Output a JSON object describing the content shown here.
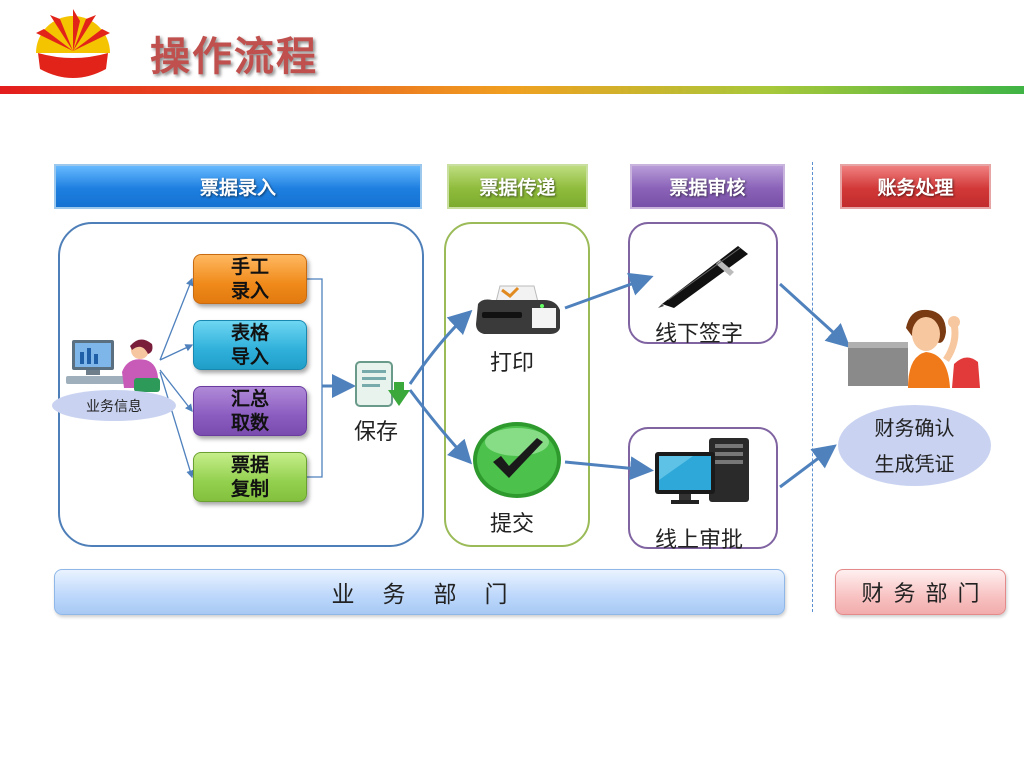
{
  "title": "操作流程",
  "headers": {
    "entry": "票据录入",
    "transfer": "票据传递",
    "review": "票据审核",
    "accounting": "账务处理"
  },
  "entry": {
    "user_label": "业务信息",
    "methods": [
      {
        "line1": "手工",
        "line2": "录入"
      },
      {
        "line1": "表格",
        "line2": "导入"
      },
      {
        "line1": "汇总",
        "line2": "取数"
      },
      {
        "line1": "票据",
        "line2": "复制"
      }
    ],
    "save_label": "保存"
  },
  "transfer": {
    "print_label": "打印",
    "submit_label": "提交"
  },
  "review": {
    "offline_sign": "线下签字",
    "online_approve": "线上审批"
  },
  "accounting": {
    "confirm_line1": "财务确认",
    "confirm_line2": "生成凭证"
  },
  "departments": {
    "business": "业务部门",
    "finance": "财务部门"
  },
  "colors": {
    "title": "#c0504d",
    "entry": "#1e7fe0",
    "transfer": "#8fbc3c",
    "review": "#8a62b8",
    "accounting": "#d23838",
    "arrow": "#4f81bd"
  }
}
